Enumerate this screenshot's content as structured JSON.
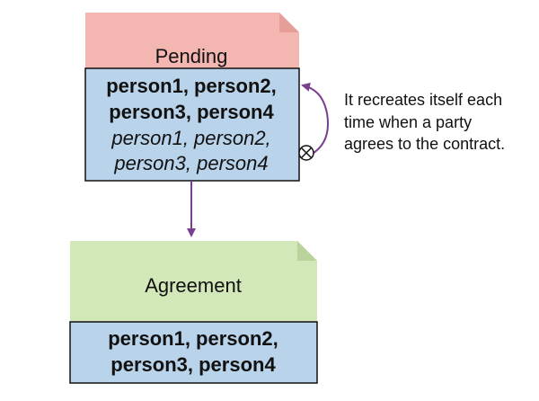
{
  "colors": {
    "pending_header": "#f4b6b0",
    "pending_fold": "#e59f98",
    "agreement_header": "#d3e8b8",
    "agreement_fold": "#b9d39b",
    "body_fill": "#b8d3ea",
    "arrow": "#7a3f8f",
    "border": "#111111"
  },
  "pending": {
    "title": "Pending",
    "signatories_bold": [
      "person1, person2,",
      "person3, person4"
    ],
    "signatories_italic": [
      "person1, person2,",
      "person3, person4"
    ]
  },
  "agreement": {
    "title": "Agreement",
    "signatories_bold": [
      "person1, person2,",
      "person3, person4"
    ]
  },
  "note": {
    "lines": [
      "It recreates itself each",
      "time when a party",
      "agrees to the contract."
    ]
  },
  "icons": {
    "consume_marker": "circled-x-icon"
  }
}
